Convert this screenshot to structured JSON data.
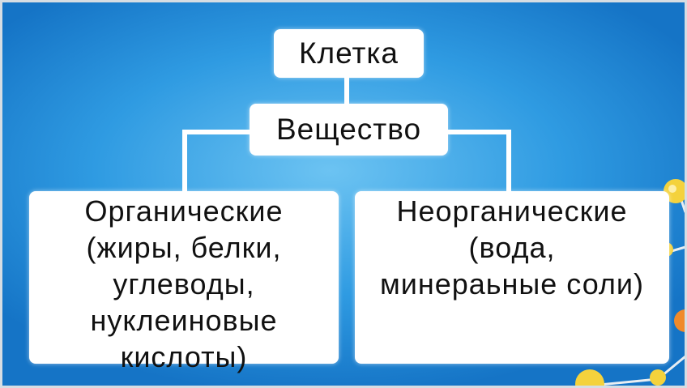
{
  "diagram": {
    "root": {
      "label": "Клетка"
    },
    "middle": {
      "label": "Вещество"
    },
    "left": {
      "lines": [
        "Органические",
        "(жиры, белки,",
        "углеводы,",
        "нуклеиновые",
        "кислоты)"
      ]
    },
    "right": {
      "lines": [
        "Неорганические",
        "(вода,",
        "минераьные соли)"
      ]
    }
  },
  "colors": {
    "background_center": "#6cc3f2",
    "background_edge": "#1574c6",
    "box_fill": "#ffffff",
    "connector": "#ffffff",
    "text": "#111111",
    "molecule_ball_yellow": "#f4d23c",
    "molecule_ball_orange": "#f08a2a"
  },
  "decoration": {
    "icon": "molecule-model-icon"
  }
}
